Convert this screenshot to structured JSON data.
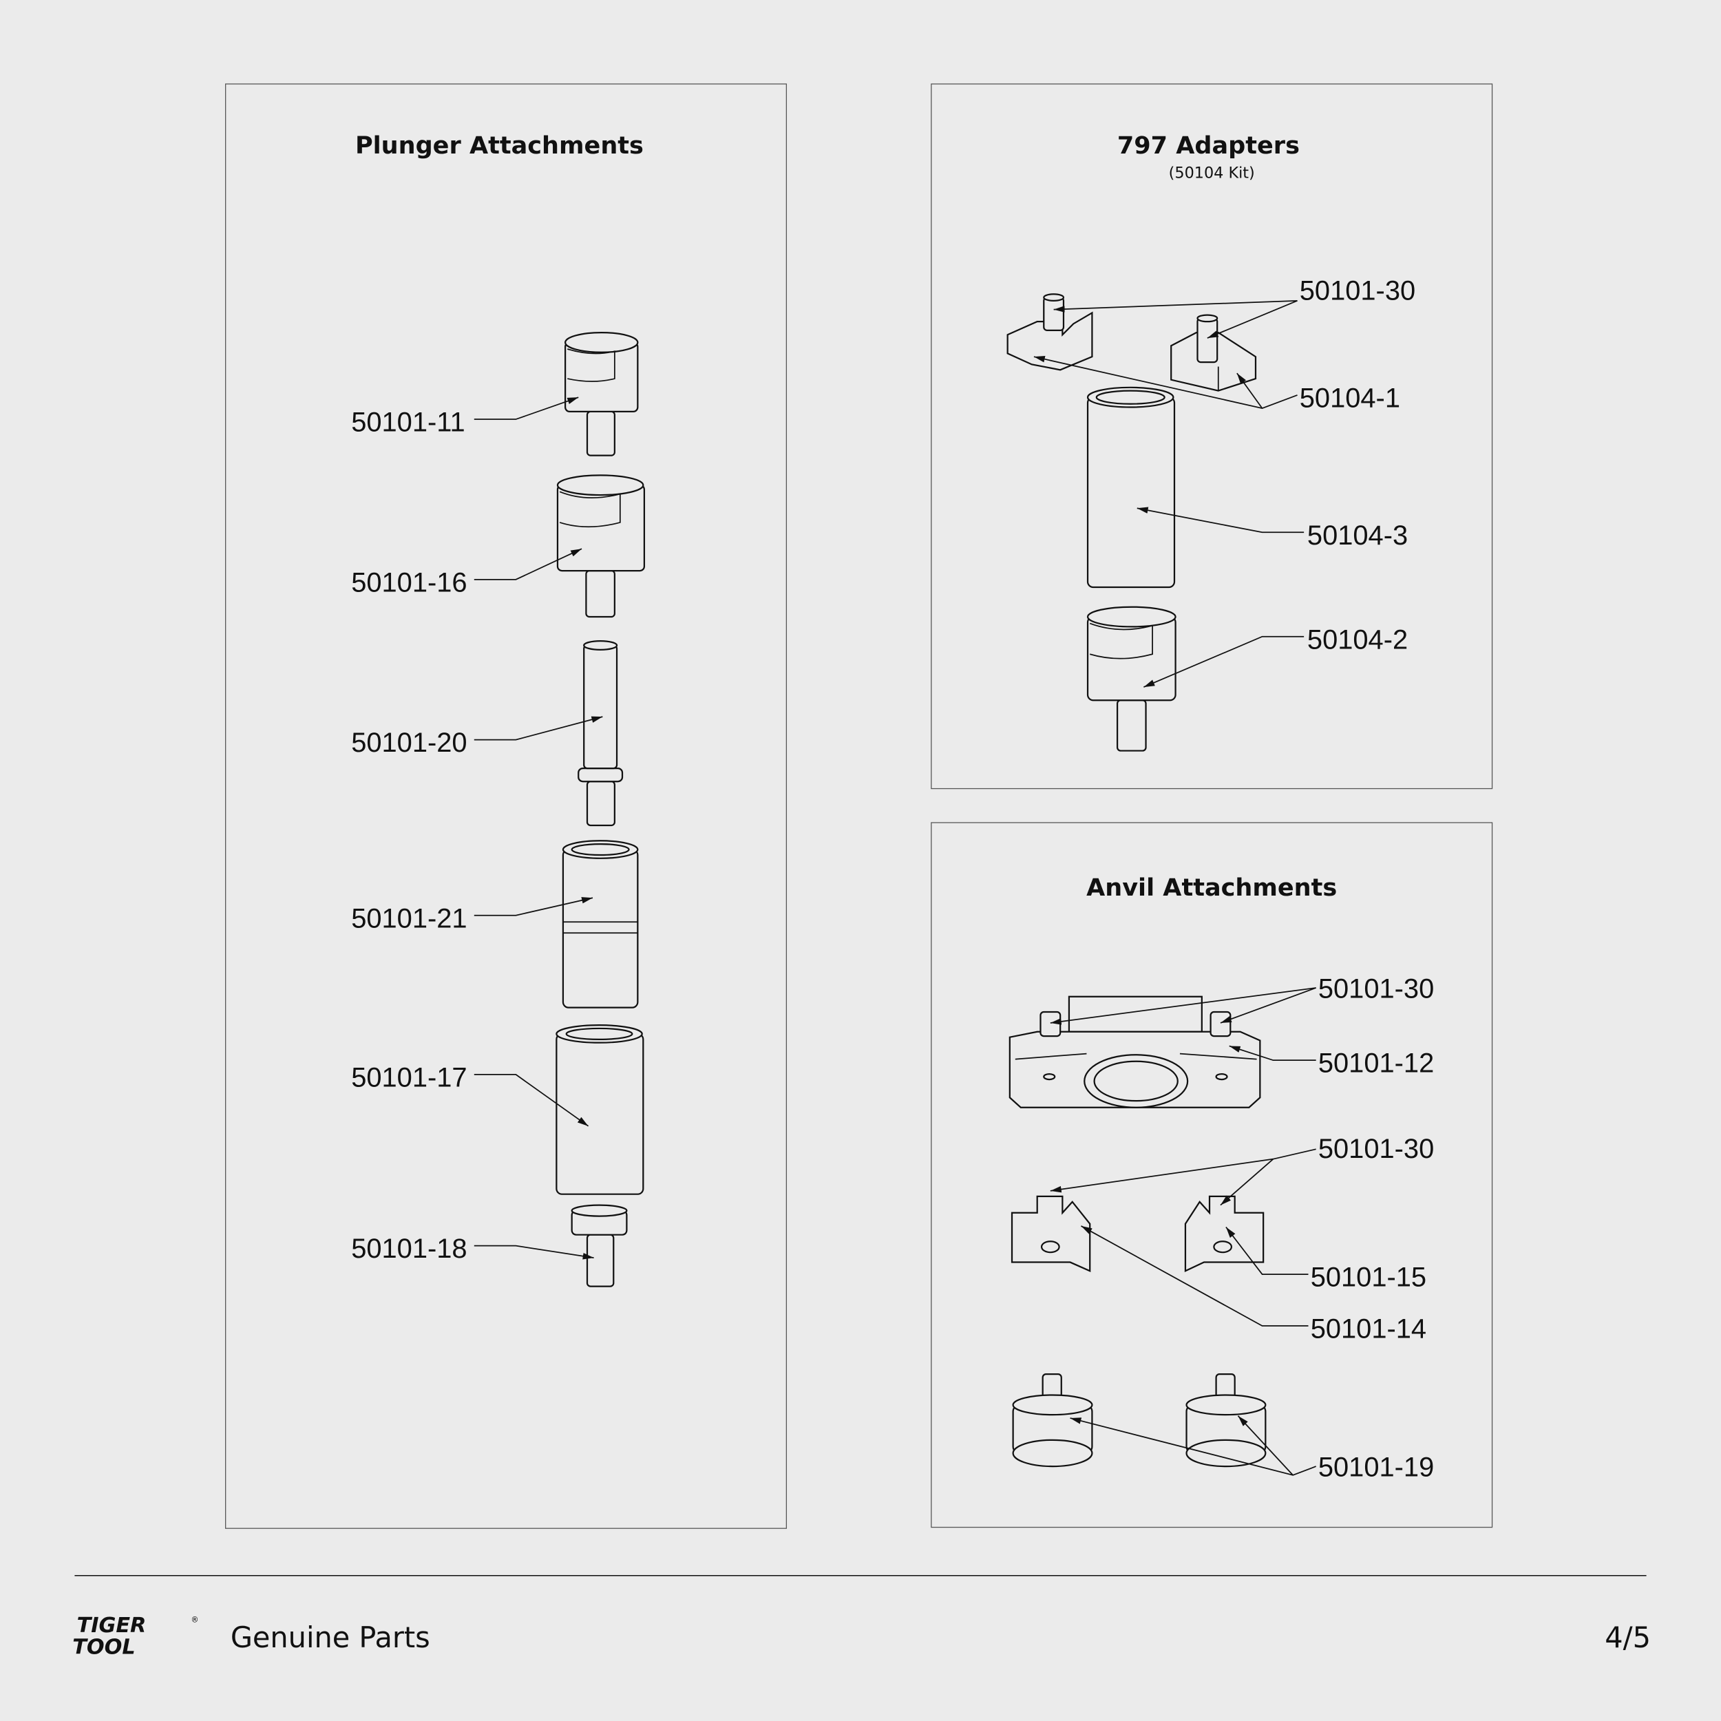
{
  "panels": {
    "plunger": {
      "title": "Plunger Attachments",
      "labels": [
        "50101-11",
        "50101-16",
        "50101-20",
        "50101-21",
        "50101-17",
        "50101-18"
      ]
    },
    "adapters": {
      "title": "797 Adapters",
      "subtitle": "(50104 Kit)",
      "labels": [
        "50101-30",
        "50104-1",
        "50104-3",
        "50104-2"
      ]
    },
    "anvil": {
      "title": "Anvil Attachments",
      "labels": [
        "50101-30",
        "50101-12",
        "50101-30",
        "50101-15",
        "50101-14",
        "50101-19"
      ]
    }
  },
  "footer": {
    "logo_text": [
      "TIGER",
      "TOOL"
    ],
    "tagline": "Genuine Parts",
    "page": "4/5"
  }
}
